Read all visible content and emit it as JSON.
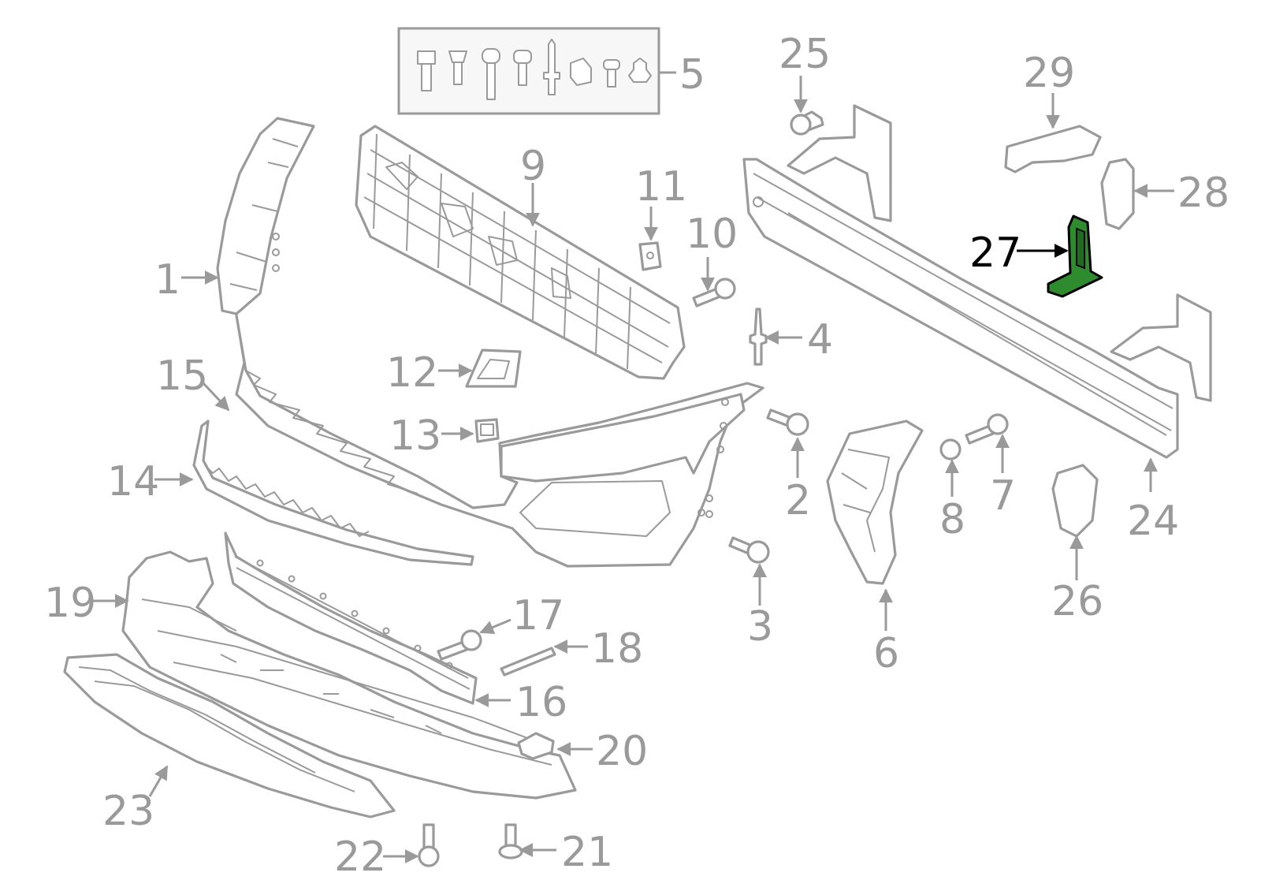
{
  "diagram": {
    "callouts": [
      {
        "id": "1",
        "label": "1"
      },
      {
        "id": "2",
        "label": "2"
      },
      {
        "id": "3",
        "label": "3"
      },
      {
        "id": "4",
        "label": "4"
      },
      {
        "id": "5",
        "label": "5"
      },
      {
        "id": "6",
        "label": "6"
      },
      {
        "id": "7",
        "label": "7"
      },
      {
        "id": "8",
        "label": "8"
      },
      {
        "id": "9",
        "label": "9"
      },
      {
        "id": "10",
        "label": "10"
      },
      {
        "id": "11",
        "label": "11"
      },
      {
        "id": "12",
        "label": "12"
      },
      {
        "id": "13",
        "label": "13"
      },
      {
        "id": "14",
        "label": "14"
      },
      {
        "id": "15",
        "label": "15"
      },
      {
        "id": "16",
        "label": "16"
      },
      {
        "id": "17",
        "label": "17"
      },
      {
        "id": "18",
        "label": "18"
      },
      {
        "id": "19",
        "label": "19"
      },
      {
        "id": "20",
        "label": "20"
      },
      {
        "id": "21",
        "label": "21"
      },
      {
        "id": "22",
        "label": "22"
      },
      {
        "id": "23",
        "label": "23"
      },
      {
        "id": "24",
        "label": "24"
      },
      {
        "id": "25",
        "label": "25"
      },
      {
        "id": "26",
        "label": "26"
      },
      {
        "id": "27",
        "label": "27",
        "highlighted": true
      },
      {
        "id": "28",
        "label": "28"
      },
      {
        "id": "29",
        "label": "29"
      }
    ],
    "colors": {
      "line": "#9a9a9a",
      "highlight_fill": "#2e8b2e",
      "highlight_label": "#000000",
      "background": "#ffffff"
    }
  }
}
